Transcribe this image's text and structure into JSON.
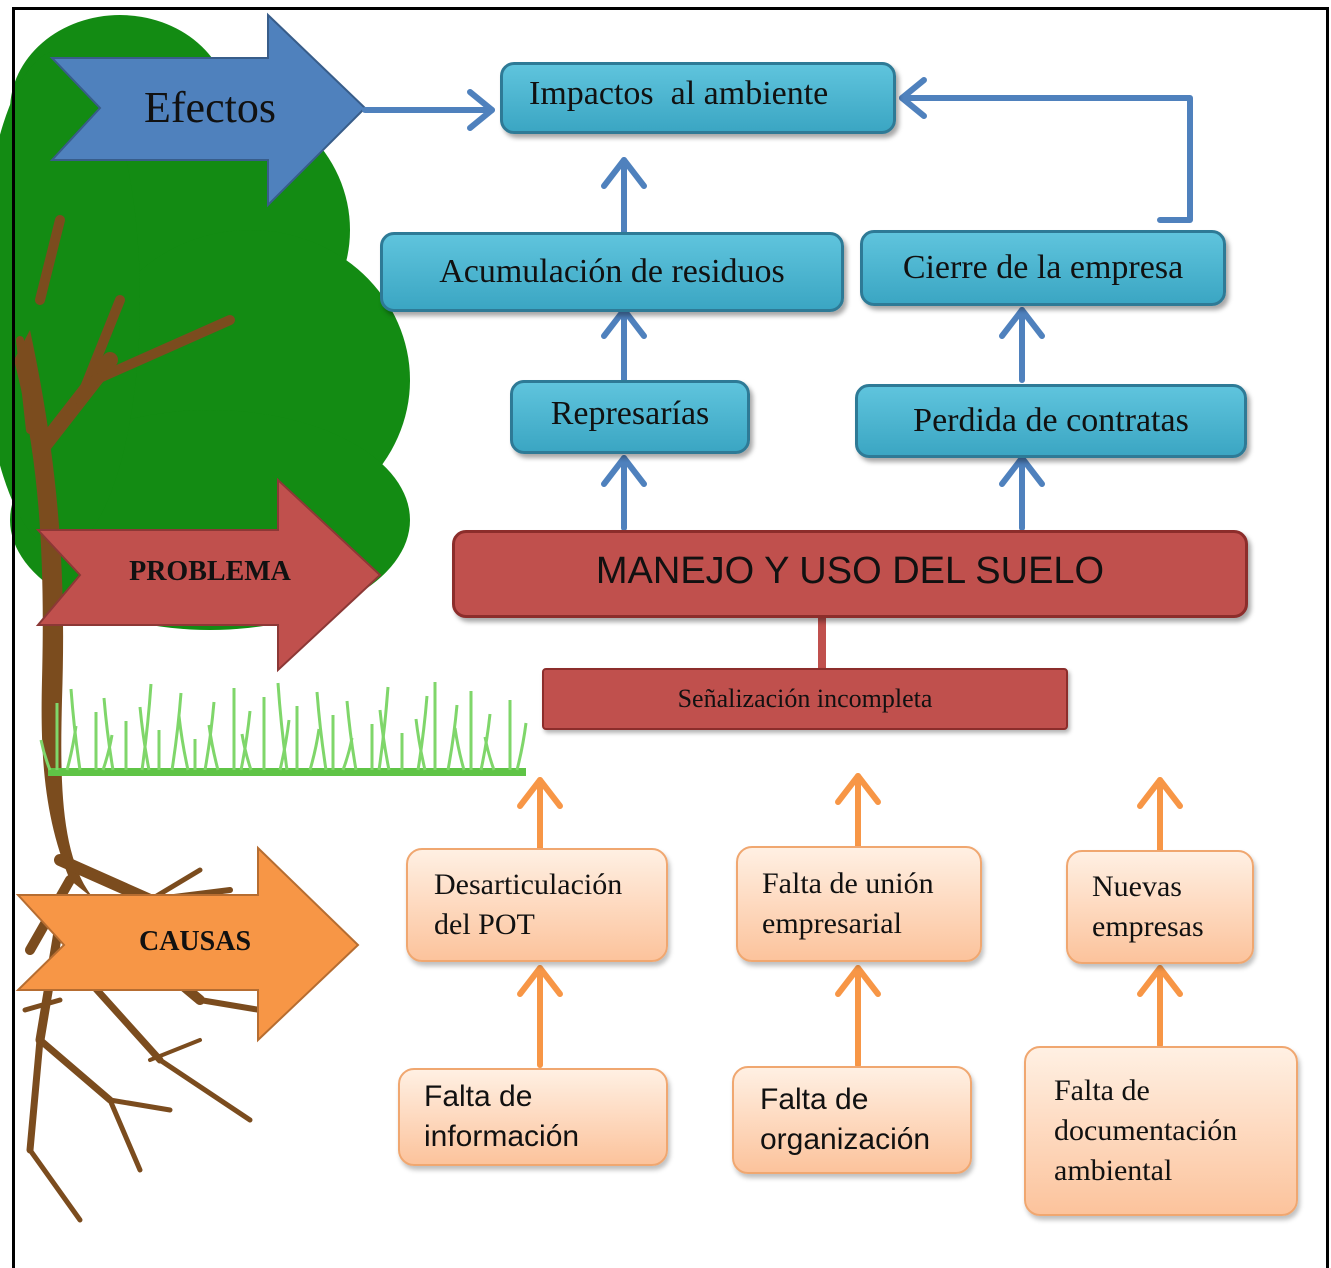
{
  "colors": {
    "effect_fill": "#4bacc6",
    "effect_border": "#2e7a96",
    "problem_fill": "#c0504d",
    "cause_fill": "#fbd4b4",
    "blue_arrow": "#4f81bd",
    "red_arrow": "#c0504d",
    "orange_arrow": "#f79646",
    "tree_foliage": "#138b13",
    "tree_trunk": "#7b4c1e",
    "grass": "#5fc446"
  },
  "side_labels": {
    "effects": "Efectos",
    "problem": "PROBLEMA",
    "causes": "CAUSAS"
  },
  "effects": {
    "top": "Impactos  al ambiente",
    "waste": "Acumulación de residuos",
    "closure": "Cierre de la empresa",
    "reprisals": "Represarías",
    "contracts": "Perdida de contratas"
  },
  "problem": {
    "main": "MANEJO Y USO DEL SUELO",
    "sub": "Señalización incompleta"
  },
  "causes": {
    "pot_line1": "Desarticulación",
    "pot_line2": "del POT",
    "union_line1": "Falta de unión",
    "union_line2": "empresarial",
    "new_line1": "Nuevas",
    "new_line2": "empresas",
    "info_line1": "Falta de",
    "info_line2": "información",
    "org_line1": "Falta de",
    "org_line2": "organización",
    "doc_line1": "Falta de",
    "doc_line2": "documentación",
    "doc_line3": "ambiental"
  }
}
